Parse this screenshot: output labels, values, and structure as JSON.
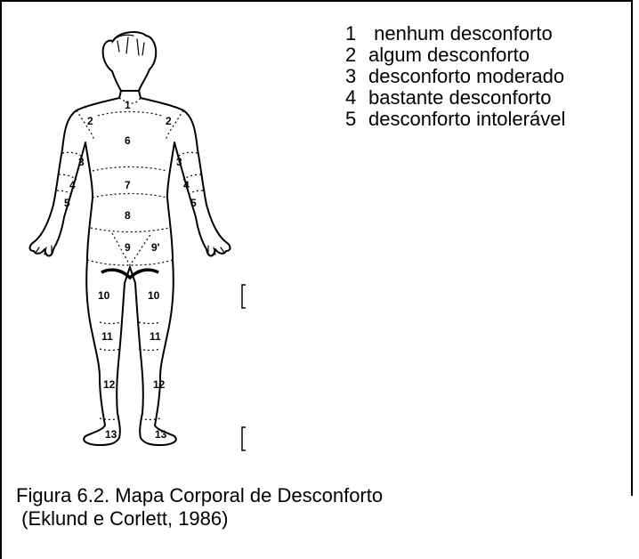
{
  "legend": {
    "items": [
      {
        "number": "1",
        "text": " nenhum desconforto"
      },
      {
        "number": "2",
        "text": "algum desconforto"
      },
      {
        "number": "3",
        "text": "desconforto moderado"
      },
      {
        "number": "4",
        "text": "bastante desconforto"
      },
      {
        "number": "5",
        "text": "desconforto intolerável"
      }
    ]
  },
  "body_map": {
    "region_labels": [
      "1",
      "2",
      "2",
      "6",
      "3",
      "3",
      "4",
      "4",
      "5",
      "5",
      "7",
      "8",
      "9",
      "9'",
      "10",
      "10",
      "11",
      "11",
      "12",
      "12",
      "13",
      "13"
    ]
  },
  "caption": {
    "line1": "Figura 6.2. Mapa Corporal de Desconforto",
    "line2": " (Eklund e Corlett, 1986)"
  }
}
